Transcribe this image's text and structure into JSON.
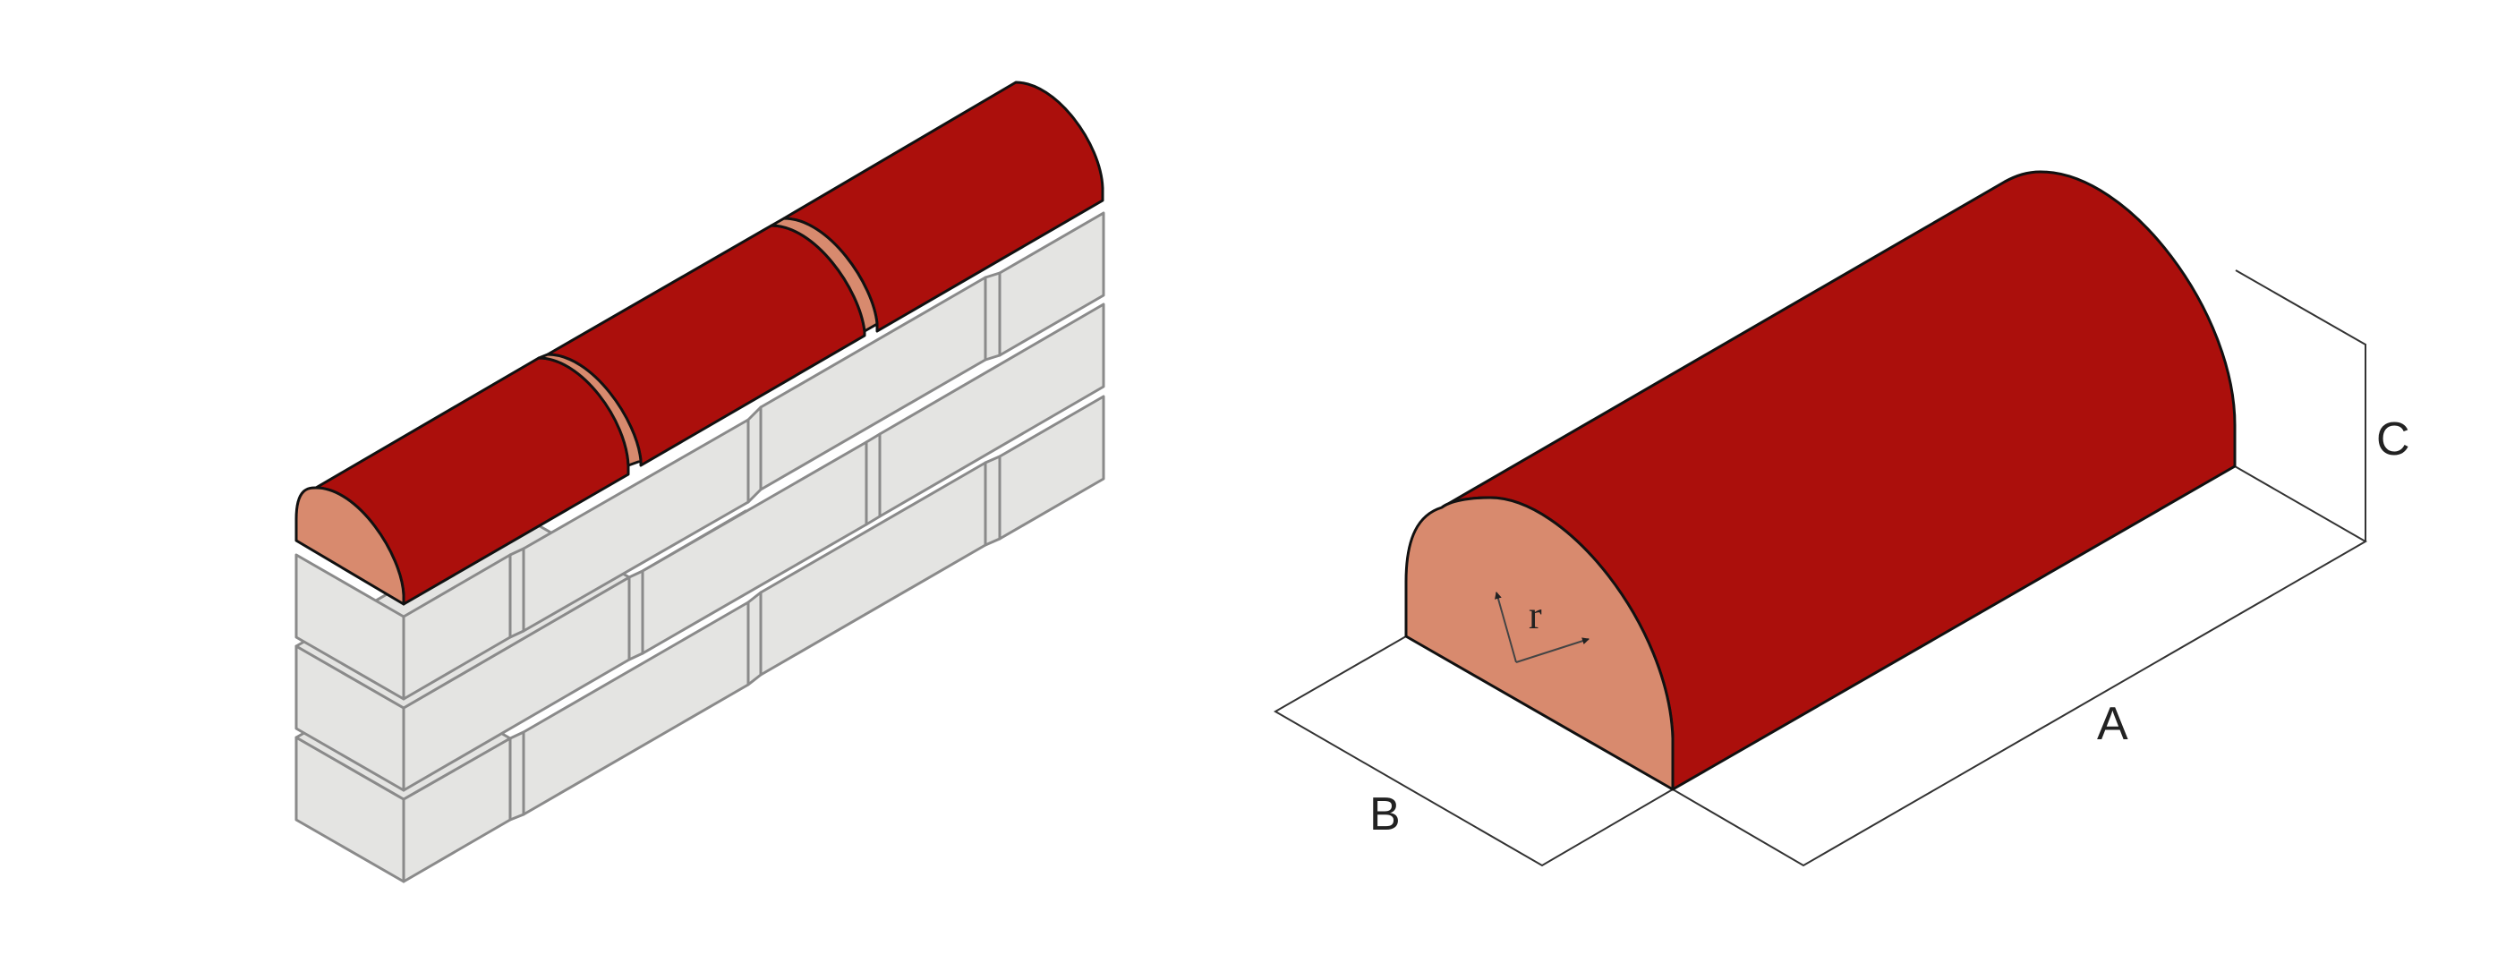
{
  "colors": {
    "coping_top": "#ab0f0c",
    "coping_end": "#d88a6e",
    "coping_outline": "#111111",
    "brick_face": "#e4e4e2",
    "brick_outline": "#8a8a8a",
    "dimension_line": "#333333",
    "background": "#ffffff"
  },
  "labels": {
    "length": "A",
    "width": "B",
    "height": "C",
    "radius": "r"
  }
}
